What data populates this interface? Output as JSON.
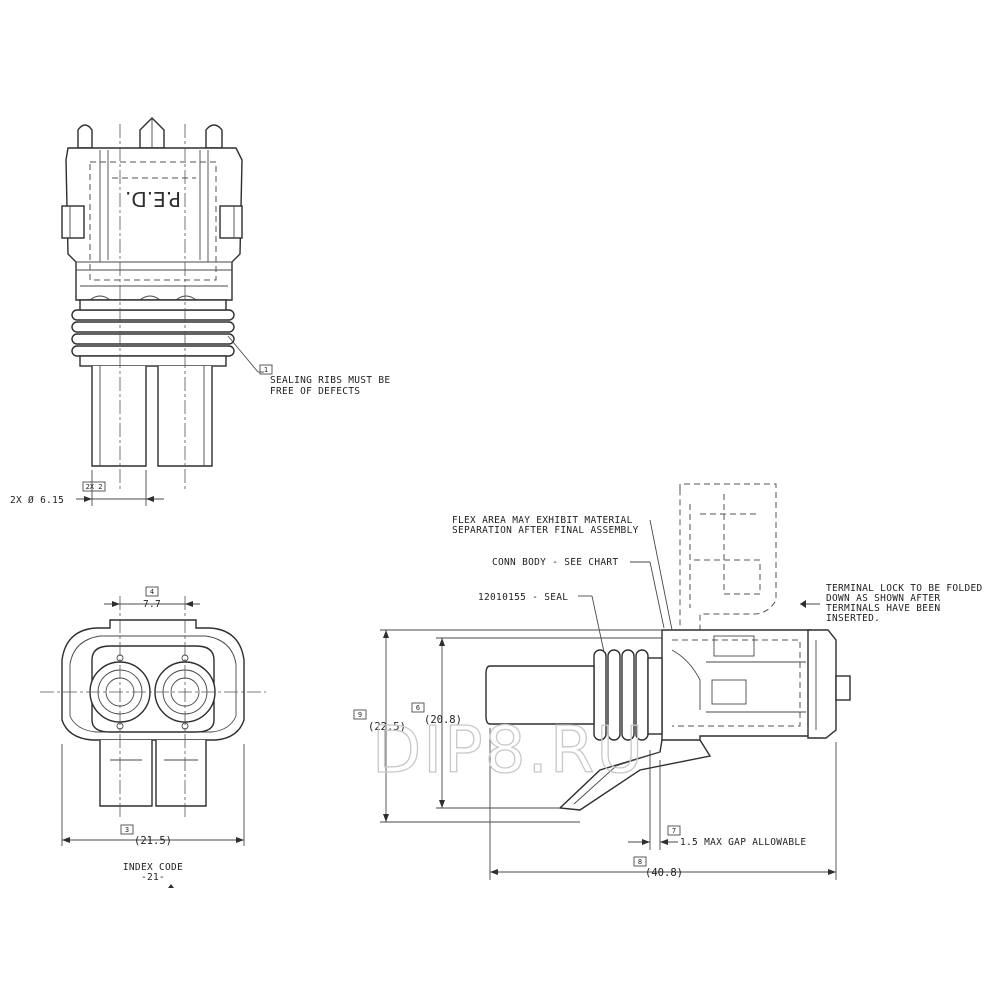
{
  "labels": {
    "seal_rib_note_line1": "SEALING RIBS MUST BE",
    "seal_rib_note_line2": "FREE OF DEFECTS",
    "seal_rib_tag": "1",
    "bore_dia_tag": "2X 2",
    "bore_dia_dim": "2X Ø 6.15",
    "ped_marking": "P.E.D.",
    "pitch_tag": "4",
    "pitch_dim": "7.7",
    "width_tag": "3",
    "width_dim": "(21.5)",
    "index_code_label": "INDEX CODE",
    "index_code_value": "-21-",
    "flex_note_line1": "FLEX AREA MAY EXHIBIT MATERIAL",
    "flex_note_line2": "SEPARATION AFTER FINAL ASSEMBLY",
    "conn_body_note": "CONN BODY - SEE CHART",
    "seal_note": "12010155 - SEAL",
    "terminal_note_line1": "TERMINAL LOCK TO BE FOLDED",
    "terminal_note_line2": "DOWN AS SHOWN AFTER",
    "terminal_note_line3": "TERMINALS HAVE BEEN",
    "terminal_note_line4": "INSERTED.",
    "height_tag": "9",
    "height_dim": "(22.5)",
    "body_height_tag": "6",
    "body_height_dim": "(20.8)",
    "gap_tag": "7",
    "gap_dim": "1.5 MAX GAP ALLOWABLE",
    "length_tag": "8",
    "length_dim": "(40.8)",
    "watermark": "DIP8.RU"
  },
  "colors": {
    "line": "#2e2e2e",
    "watermark": "#c8c8c8",
    "background": "#ffffff"
  }
}
